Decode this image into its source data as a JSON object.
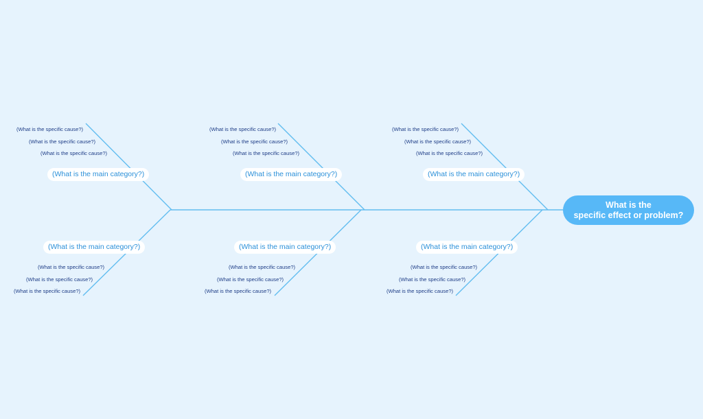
{
  "effect": {
    "line1": "What is the",
    "line2": "specific effect or problem?"
  },
  "categories": {
    "top1": "(What is the main category?)",
    "top2": "(What is the main category?)",
    "top3": "(What is the main category?)",
    "bottom1": "(What is the main category?)",
    "bottom2": "(What is the main category?)",
    "bottom3": "(What is the main category?)"
  },
  "causes": {
    "top1": [
      "(What is the specific cause?)",
      "(What is the specific cause?)",
      "(What is the specific cause?)"
    ],
    "top2": [
      "(What is the specific cause?)",
      "(What is the specific cause?)",
      "(What is the specific cause?)"
    ],
    "top3": [
      "(What is the specific cause?)",
      "(What is the specific cause?)",
      "(What is the specific cause?)"
    ],
    "bottom1": [
      "(What is the specific cause?)",
      "(What is the specific cause?)",
      "(What is the specific cause?)"
    ],
    "bottom2": [
      "(What is the specific cause?)",
      "(What is the specific cause?)",
      "(What is the specific cause?)"
    ],
    "bottom3": [
      "(What is the specific cause?)",
      "(What is the specific cause?)",
      "(What is the specific cause?)"
    ]
  },
  "colors": {
    "background": "#e6f3fd",
    "lines": "#62bdf0",
    "effect_fill": "#57b8f7",
    "category_text": "#2b90d9",
    "cause_text": "#1d3c86"
  }
}
